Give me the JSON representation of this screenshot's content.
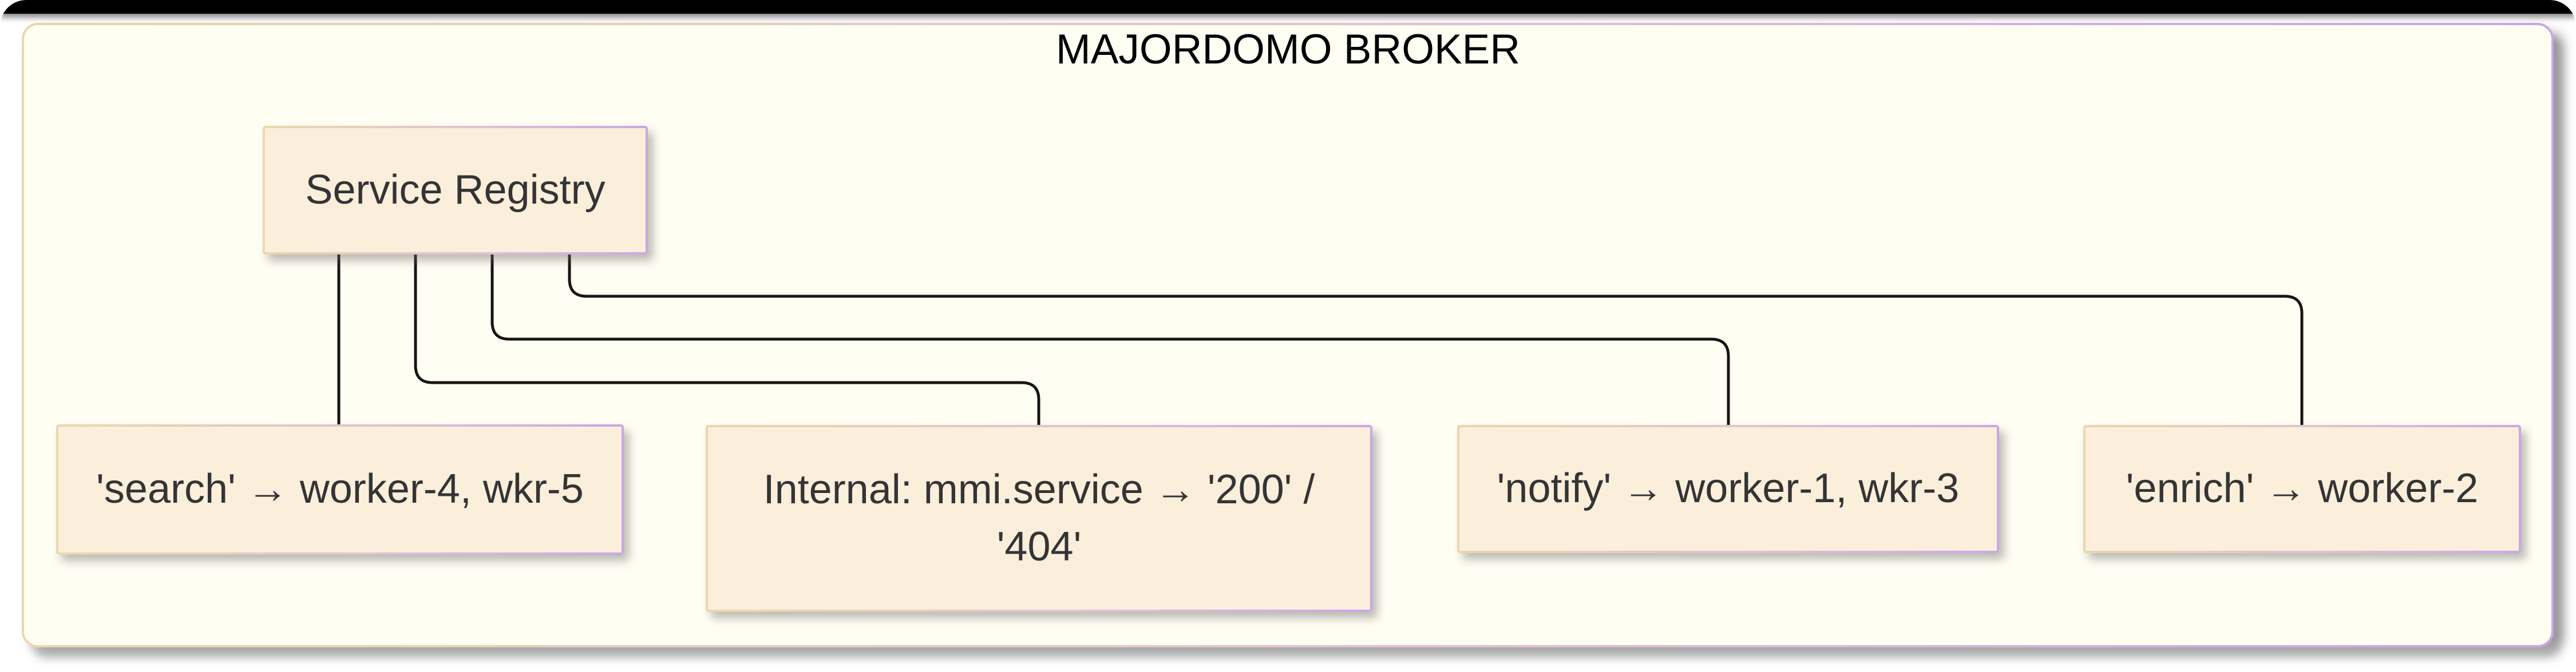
{
  "diagram": {
    "type": "flowchart",
    "title": "MAJORDOMO BROKER",
    "nodes": [
      {
        "id": "service-registry",
        "label": "Service Registry"
      },
      {
        "id": "search-route",
        "label": "'search' → worker-4, wkr-5"
      },
      {
        "id": "mmi-route",
        "label": "Internal: mmi.service → '200' / '404'"
      },
      {
        "id": "notify-route",
        "label": "'notify' → worker-1, wkr-3"
      },
      {
        "id": "enrich-route",
        "label": "'enrich' → worker-2"
      }
    ],
    "edges": [
      {
        "from": "service-registry",
        "to": "search-route"
      },
      {
        "from": "service-registry",
        "to": "mmi-route"
      },
      {
        "from": "service-registry",
        "to": "notify-route"
      },
      {
        "from": "service-registry",
        "to": "enrich-route"
      }
    ],
    "colors": {
      "top_bar": "#000000",
      "canvas_fill": "#FFFEF3",
      "node_fill": "#FBEEDB",
      "border_gradient_left": "#E9D8AB",
      "border_gradient_mid": "#E2C2D1",
      "border_gradient_right": "#C9A6E8",
      "edge_stroke": "#151515",
      "title_text": "#000000",
      "node_text": "#343434"
    }
  }
}
